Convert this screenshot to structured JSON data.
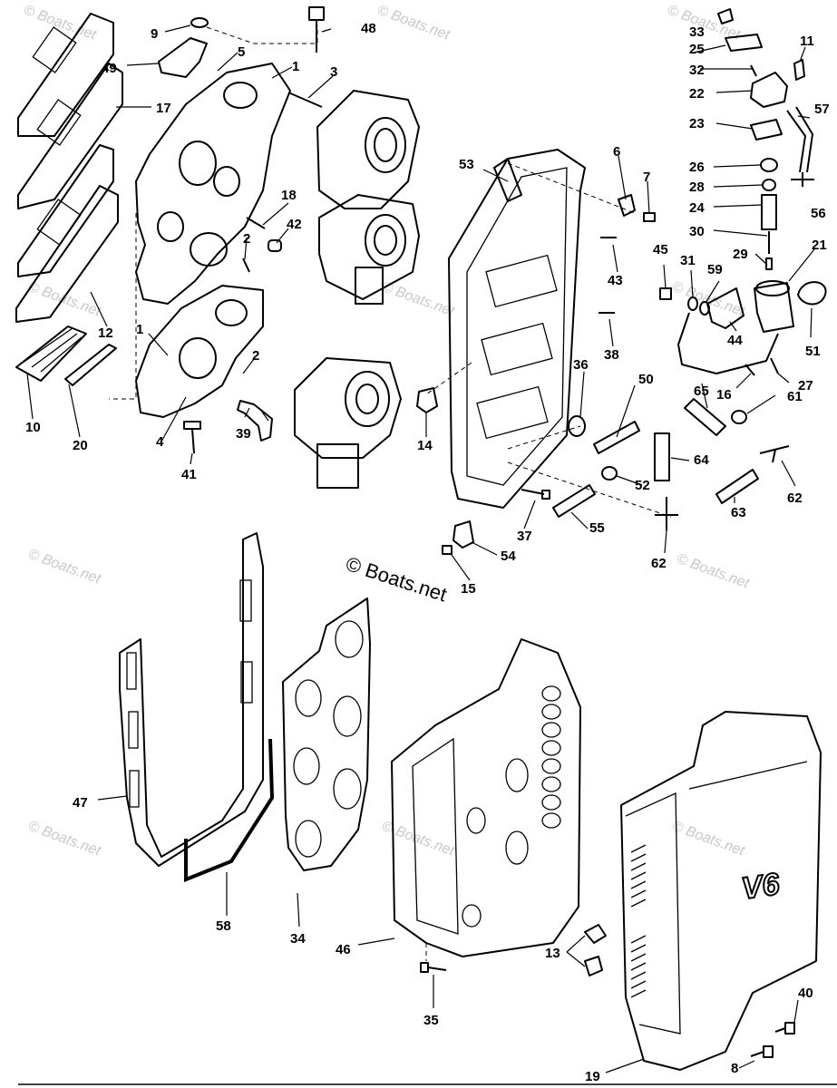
{
  "copyright": "© Boats.net",
  "watermark_text": "© Boats.net",
  "emblem_text": "V6",
  "callouts": [
    "1",
    "1",
    "2",
    "2",
    "3",
    "4",
    "5",
    "6",
    "7",
    "8",
    "9",
    "10",
    "11",
    "12",
    "13",
    "14",
    "15",
    "16",
    "17",
    "18",
    "19",
    "20",
    "21",
    "22",
    "23",
    "24",
    "25",
    "26",
    "27",
    "28",
    "29",
    "30",
    "31",
    "32",
    "33",
    "34",
    "35",
    "36",
    "37",
    "38",
    "39",
    "40",
    "41",
    "42",
    "43",
    "44",
    "45",
    "46",
    "47",
    "48",
    "49",
    "50",
    "51",
    "52",
    "53",
    "54",
    "55",
    "56",
    "57",
    "58",
    "59",
    "61",
    "62",
    "62",
    "63",
    "64",
    "65"
  ]
}
